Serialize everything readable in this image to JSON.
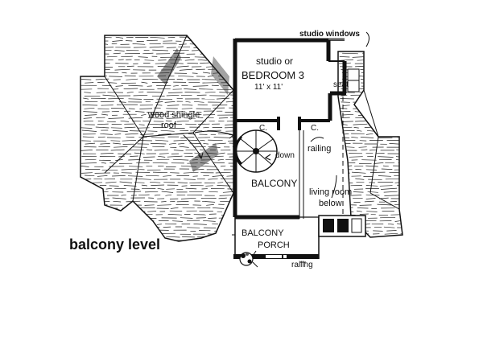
{
  "plan": {
    "caption": "balcony level",
    "labels": {
      "studio_windows": "studio windows",
      "studio_or": "studio or",
      "bedroom": "BEDROOM 3",
      "bedroom_size": "11' x 11'",
      "seat": "seat",
      "wood_shingle": "wood shingle",
      "roof": "roof",
      "closet_left": "C.",
      "closet_right": "C.",
      "down": "down",
      "railing_top": "railing",
      "balcony": "BALCONY",
      "living_room": "living room",
      "below": "below",
      "balcony_porch_1": "BALCONY",
      "balcony_porch_2": "PORCH",
      "railing_bottom": "railing"
    },
    "icons": {
      "stair": "spiral-stair-icon",
      "tree": "tree-icon",
      "chimney": "chimney-icon"
    }
  }
}
